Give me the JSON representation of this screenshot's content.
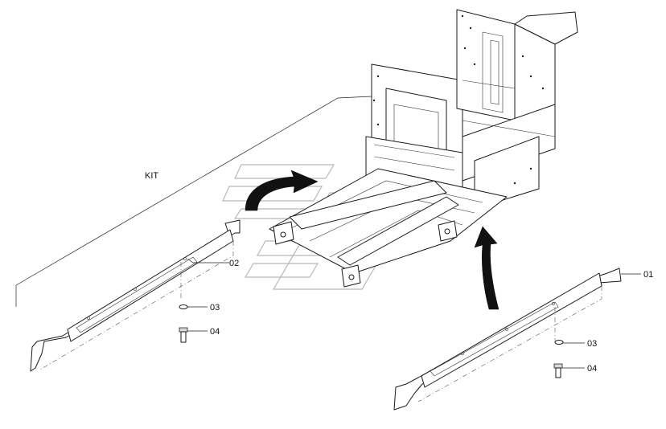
{
  "diagram": {
    "labels": {
      "kit": "KIT",
      "part_01": "01",
      "part_02": "02",
      "part_03_left": "03",
      "part_04_left": "04",
      "part_03_right": "03",
      "part_04_right": "04"
    },
    "parts": [
      {
        "id": "01",
        "name": "right-side-rail"
      },
      {
        "id": "02",
        "name": "left-side-rail"
      },
      {
        "id": "03",
        "name": "washer"
      },
      {
        "id": "04",
        "name": "bolt"
      }
    ],
    "colors": {
      "line": "#1a1a1a",
      "background": "#ffffff",
      "arrow": "#111111",
      "watermark": "#b8b8b8"
    }
  }
}
